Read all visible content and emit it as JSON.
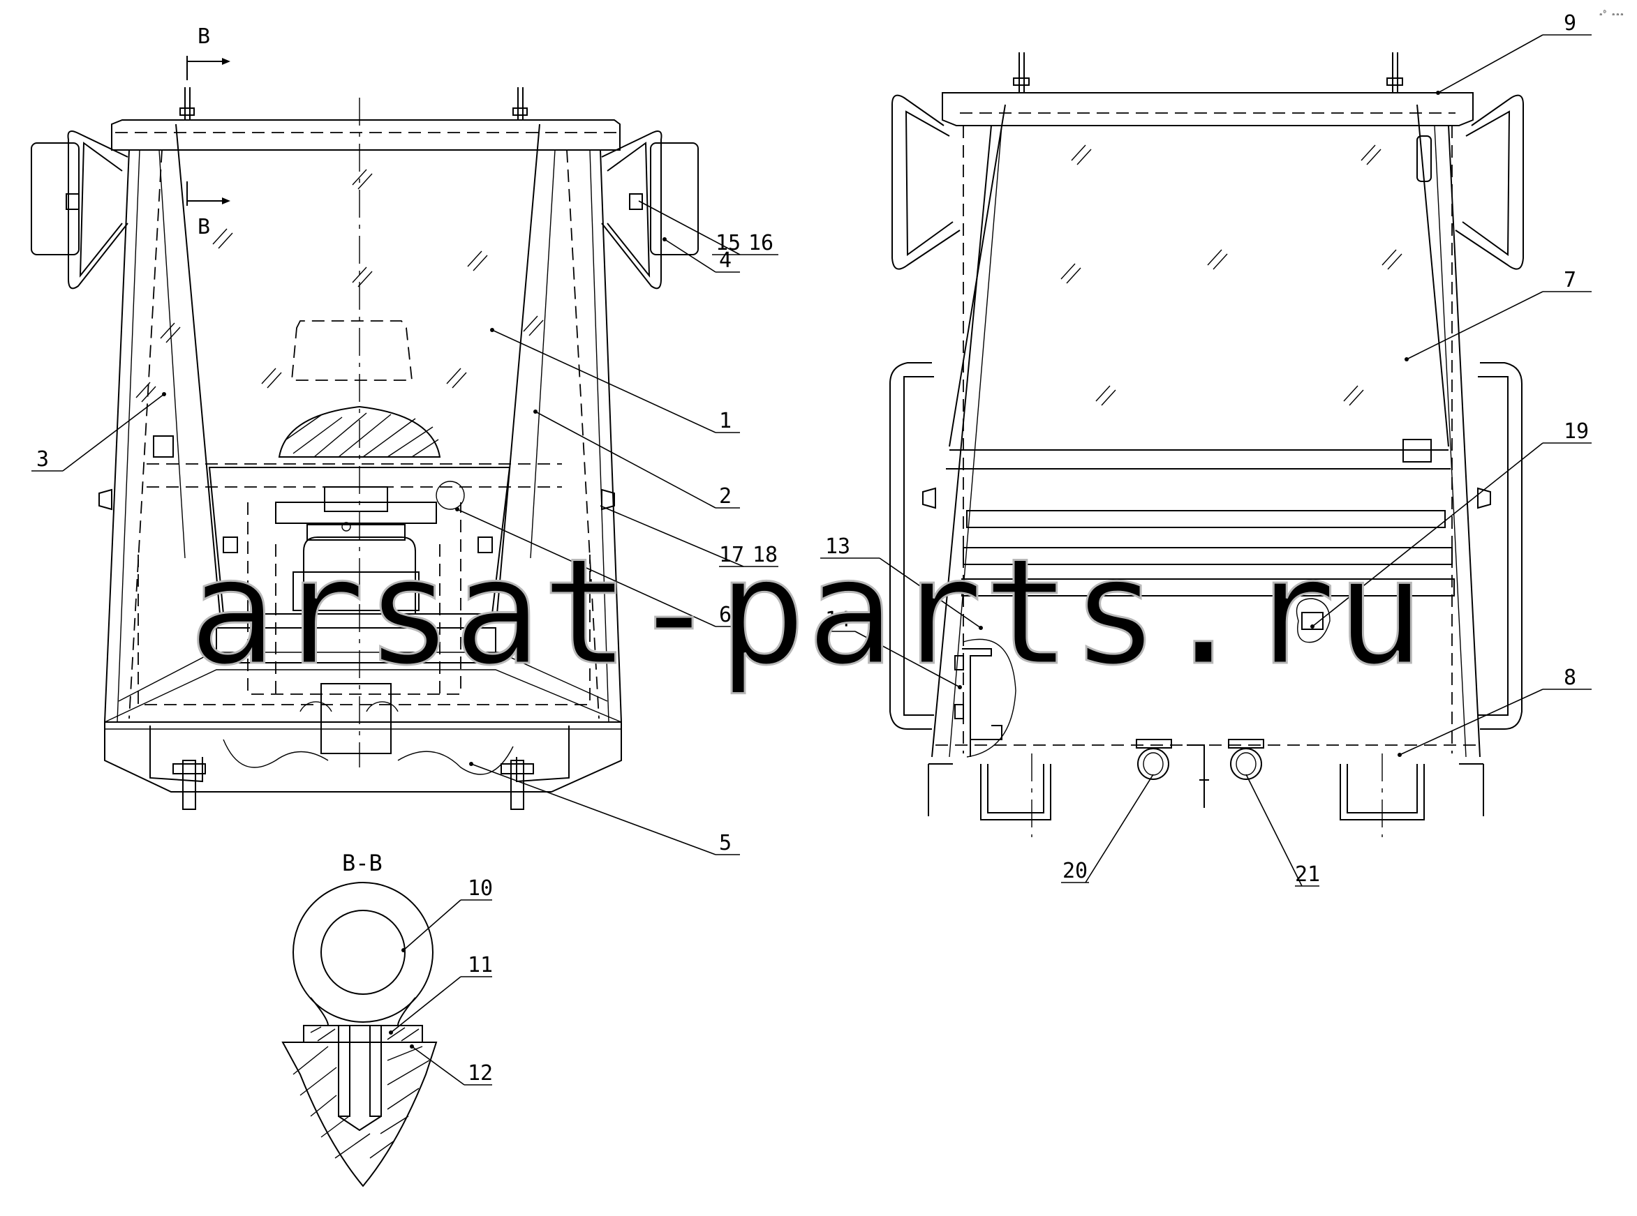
{
  "watermark": "arsat-parts.ru",
  "corner_mark": "ₐᴰ ₐₐₐ",
  "section_marks": {
    "top": "B",
    "bottom": "B",
    "section_title": "B-B"
  },
  "callouts": [
    {
      "id": "c1",
      "label": "1"
    },
    {
      "id": "c2",
      "label": "2"
    },
    {
      "id": "c3",
      "label": "3"
    },
    {
      "id": "c4",
      "label": "4"
    },
    {
      "id": "c5",
      "label": "5"
    },
    {
      "id": "c6",
      "label": "6"
    },
    {
      "id": "c7",
      "label": "7"
    },
    {
      "id": "c8",
      "label": "8"
    },
    {
      "id": "c9",
      "label": "9"
    },
    {
      "id": "c10",
      "label": "10"
    },
    {
      "id": "c11",
      "label": "11"
    },
    {
      "id": "c12",
      "label": "12"
    },
    {
      "id": "c13",
      "label": "13"
    },
    {
      "id": "c14",
      "label": "14"
    },
    {
      "id": "c15",
      "label": "15"
    },
    {
      "id": "c16",
      "label": "16"
    },
    {
      "id": "c17",
      "label": "17"
    },
    {
      "id": "c18",
      "label": "18"
    },
    {
      "id": "c19",
      "label": "19"
    },
    {
      "id": "c20",
      "label": "20"
    },
    {
      "id": "c21",
      "label": "21"
    }
  ]
}
